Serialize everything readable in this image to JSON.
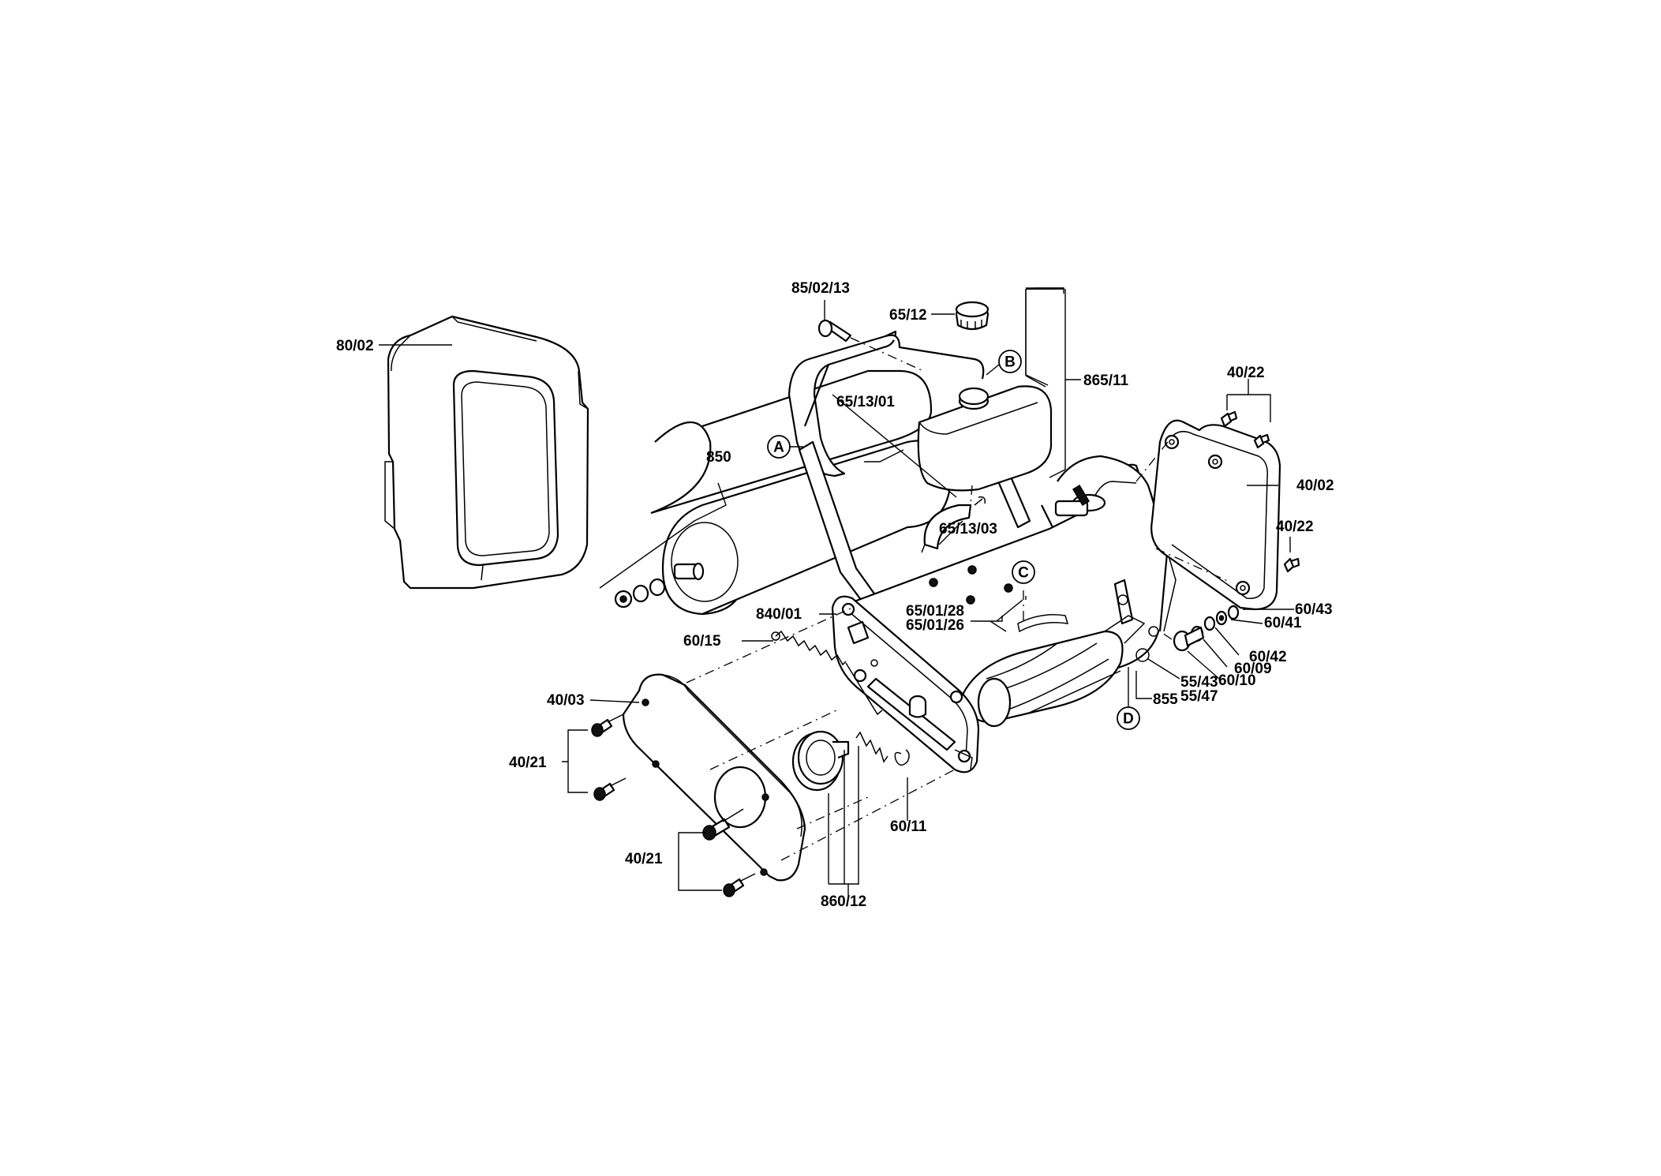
{
  "labels": {
    "l_85_02_13": "85/02/13",
    "l_65_12": "65/12",
    "l_865_11": "865/11",
    "l_40_22_top": "40/22",
    "l_80_02": "80/02",
    "l_65_13_01": "65/13/01",
    "l_850": "850",
    "l_65_13_03": "65/13/03",
    "l_40_02": "40/02",
    "l_40_22_mid": "40/22",
    "l_60_43": "60/43",
    "l_60_41": "60/41",
    "l_65_01_28": "65/01/28",
    "l_65_01_26": "65/01/26",
    "l_840_01": "840/01",
    "l_60_15": "60/15",
    "l_60_42": "60/42",
    "l_60_09": "60/09",
    "l_60_10": "60/10",
    "l_55_43": "55/43",
    "l_55_47": "55/47",
    "l_855": "855",
    "l_40_03": "40/03",
    "l_40_21_top": "40/21",
    "l_40_21_bottom": "40/21",
    "l_60_11": "60/11",
    "l_860_12": "860/12"
  },
  "callouts": {
    "A": "A",
    "B": "B",
    "C": "C",
    "D": "D"
  }
}
